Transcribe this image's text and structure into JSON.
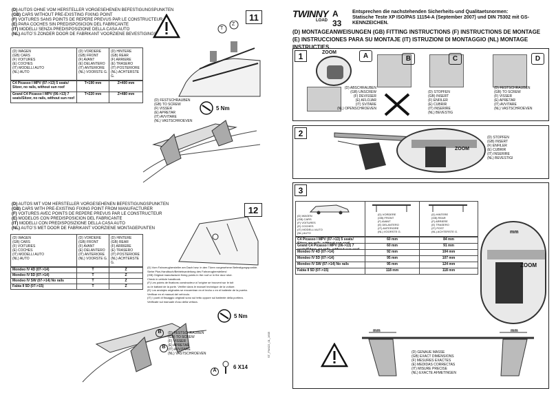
{
  "left_top": {
    "header_lines": [
      {
        "code": "(D)",
        "text": "AUTOS OHNE VOM HERSTELLER VORGESEHENEN BEFESTIGUNGSPUNKTEN"
      },
      {
        "code": "(GB)",
        "text": "CARS WITHOUT PRE-EXISTING FIXING POINT"
      },
      {
        "code": "(F)",
        "text": "VOITURES SANS POINTS DE REPERE PREVUS PAR LE CONSTRUCTEUR"
      },
      {
        "code": "(E)",
        "text": "PARA COCHES SIN PREDISPOSICION DEL FABRICANTE"
      },
      {
        "code": "(IT)",
        "text": "MODELLI SENZA PREDISPOSIZIONE DELLA CASA AUTO"
      },
      {
        "code": "(NL)",
        "text": "AUTO´S ZONDER DOOR DE FABRIKANT VOORZIENE BEVESTIGINGSPUNTEN"
      }
    ],
    "step": "11",
    "labels": {
      "t": "T",
      "z": "Z",
      "torque": "5 Nm"
    },
    "table": {
      "col1": [
        "(D) WAGEN",
        "(GB) CARS",
        "(F) VOITURES",
        "(E) COCHES",
        "(IT) MODELLI AUTO",
        "(NL) AUTO"
      ],
      "col2": [
        "(D) VORDERE",
        "(GB) FRONT",
        "(F) AVANT",
        "(E) DELANTERO",
        "(IT) ANTERIORE",
        "(NL) VOORSTE G."
      ],
      "col3": [
        "(D) HINTERE",
        "(GB) REAR",
        "(F) ARRIERE",
        "(E) TRASERO",
        "(IT) POSTERIORE",
        "(NL) ACHTERSTE G."
      ],
      "rows": [
        {
          "car": "C4 Picasso I MPV (07->13) 5 seats/ Sitzer, no rails, without sun roof",
          "t": "T=190 mm",
          "z": "Z=400 mm"
        },
        {
          "car": "Grand C4 Picasso I MPV (06->13) 7 seats/Sitzer, no rails, without sun roof",
          "t": "T=220 mm",
          "z": "Z=480 mm"
        }
      ]
    },
    "screw_legend": [
      "(D) FESTSCHRAUBEN",
      "(GB) TO SCREW",
      "(F) VISSER",
      "(E) APRETAR",
      "(IT) AVVITARE",
      "(NL) VASTSCHROEVEN"
    ]
  },
  "left_bottom": {
    "header_lines": [
      {
        "code": "(D)",
        "text": "AUTOS MIT VOM HERSTELLER VORGESEHENEN BEFESTIGUNGSPUNKTEN"
      },
      {
        "code": "(GB)",
        "text": "CARS WITH PRE-EXISTING FIXING POINT FROM MANUFACTURER"
      },
      {
        "code": "(F)",
        "text": "VOITURES AVEC POINTS DE REPERE PREVUS PAR LE CONSTRUCTEUR"
      },
      {
        "code": "(E)",
        "text": "MODELOS CON PREDISPOSICION DEL FABRICANTE"
      },
      {
        "code": "(IT)",
        "text": "MODELLI CON PREDISPOSIZIONE DELLA CASA AUTO"
      },
      {
        "code": "(NL)",
        "text": "AUTO´S MET DOOR DE FABRIKANT VOORZIENE MONTAGEPUNTEN"
      }
    ],
    "step": "12",
    "table": {
      "col1": [
        "(D) WAGEN",
        "(GB) CARS",
        "(F) VOITURES",
        "(E) COCHES",
        "(IT) MODELLI AUTO",
        "(NL) AUTO"
      ],
      "col2": [
        "(D) VORDERE",
        "(GB) FRONT",
        "(F) AVANT",
        "(E) DELANTERO",
        "(IT) ANTERIORE",
        "(NL) VOORSTE G."
      ],
      "col3": [
        "(D) HINTERE",
        "(GB) REAR",
        "(F) ARRIERE",
        "(E) TRASERO",
        "(IT) POSTERIORE",
        "(NL) ACHTERSTE G."
      ],
      "rows": [
        {
          "car": "Mondeo IV 4D (07->14)",
          "t": "T",
          "z": "Z"
        },
        {
          "car": "Mondeo IV 5D (07->14)",
          "t": "T",
          "z": "Z"
        },
        {
          "car": "Mondeo IV SW (07->14) No rails",
          "t": "T",
          "z": "Z"
        },
        {
          "car": "Fabia II 5D (07->15)",
          "t": "T",
          "z": "Z"
        }
      ]
    },
    "notes": [
      "(D) Vom Fahrzeughersteller am Dach bzw. in den Türen vorgesehene Befestigungspunkte.",
      "      Siehe Pkw-Handbuch/Betriebsanleitung des Fahrzeugherstellers!",
      "(GB) Original manufacturer fixing points in the roof or in the door shut.",
      "      Check in vehicle handbook.",
      "(F) Les points de fixations constructeur à l'origine se trouvent sur le toit",
      "      ou le battant de la porte. Vérifier dans le manuel technique de la voiture.",
      "(E) Los anclajes originales se encuentran en el techo o en el batiente de la puerta.",
      "      Verificar en el manual del vehículo.",
      "(IT) I punti di fissaggio originali sono sul tetto oppure sul battente della portiera.",
      "      Verificate sul manuale d'uso della vettura."
    ],
    "labels": {
      "torque": "5 Nm",
      "a": "A",
      "b": "B",
      "qty": "6 X14"
    },
    "screw_legend": [
      "(D) FESTSCHRAUBEN",
      "(GB) TO SCREW",
      "(F) VISSER",
      "(E) APRETAR",
      "(IT) AVVITARE",
      "(NL) VASTSCHROEVEN"
    ],
    "side_code": "ST_FW422_01_1605"
  },
  "right": {
    "brand": "TWINNY",
    "brand_sub": "LOAD",
    "model": "A 33",
    "cert_lines": [
      "Entsprechen die nachstehenden Sicherheits-und Qualitaetsnormen:",
      "Statische Teste XP ISO/PAS 11154-A (September 2007) und DIN 75302 mit GS-KENNZEICHEN."
    ],
    "instructions_lines": [
      "(D) MONTAGEANWEISUNGEN  (GB) FITTING INSTRUCTIONS  (F) INSTRUCTIONS DE MONTAGE",
      "(E) INSTRUCCIONES PARA SU MONTAJE (IT) ISTRUZIONI DI MONTAGGIO (NL) MONTAGE INSTRUCTIES."
    ],
    "step1": {
      "num": "1",
      "panels": [
        "A",
        "B",
        "C",
        "D"
      ],
      "zoom": "ZOOM",
      "legend_a": [
        "(D) ABSCHRAUBEN",
        "(GB) UNSCREW",
        "(F) DEVISSER",
        "(E) AFLOJAR",
        "(IT) SVITARE",
        "(NL) OPENSCHROEVEN"
      ],
      "legend_c": [
        "(D) STOPFEN",
        "(GB) INSERT",
        "(F) ENFILER",
        "(E) CUBRIR",
        "(IT) INSERIRE",
        "(NL) BEVESTIG"
      ],
      "legend_d": [
        "(D) FESTSCHRAUBEN",
        "(GB) TO SCREW",
        "(F) VISSER",
        "(E) APRETAR",
        "(IT) AVVITARE",
        "(NL) VASTSCHROEVEN"
      ]
    },
    "step2": {
      "num": "2",
      "zoom": "ZOOM",
      "legend": [
        "(D) STOPFEN",
        "(GB) INSERT",
        "(F) ENFILER",
        "(E) CUBRIR",
        "(IT) INSERIRE",
        "(NL) BEVESTIGI"
      ]
    },
    "step3": {
      "num": "3",
      "col1": [
        "(D) WAGEN",
        "(GB) CARS",
        "(F) VOITURES",
        "(E) COCHES",
        "(IT) MODELLI AUTO",
        "(NL) AUTO"
      ],
      "col2": [
        "(D) VORDERE",
        "(GB) FRONT",
        "(F) AVANT",
        "(E) DELANTERO",
        "(IT) ANTERIORE",
        "(NL) VOORSTE G."
      ],
      "col3": [
        "(D) HINTERE",
        "(GB) REAR",
        "(F) ARRIERE",
        "(E) TRASERO",
        "(IT) POST",
        "(NL) ACHTERSTE G."
      ],
      "rows": [
        {
          "car": "C4 Picasso I MPV (07->13) 5 seats/ Sitzer, no rails, without sun roof",
          "front": "60 mm",
          "rear": "84 mm"
        },
        {
          "car": "Grand C4 Picasso I MPV (06->13) 7 seats/Sitzer, no rails, without sun roof",
          "front": "60 mm",
          "rear": "91 mm"
        },
        {
          "car": "Mondeo IV 4D (07->14)",
          "front": "92 mm",
          "rear": "104 mm"
        },
        {
          "car": "Mondeo IV 5D (07->14)",
          "front": "95 mm",
          "rear": "107 mm"
        },
        {
          "car": "Mondeo IV SW (07->14) No rails",
          "front": "95 mm",
          "rear": "124 mm"
        },
        {
          "car": "Fabia II 5D (07->15)",
          "front": "118 mm",
          "rear": "118 mm"
        }
      ],
      "mm": "mm",
      "zoom": "ZOOM",
      "legend": [
        "(D) GENAUE MASSE",
        "(GB) EXACT DIMENSIONS",
        "(F) MESURES EXACTES",
        "(E) MEDIDAS CORRECTAS",
        "(IT) MISURE PRECISE",
        "(NL) EXACTE AFMETINGEN"
      ]
    }
  }
}
